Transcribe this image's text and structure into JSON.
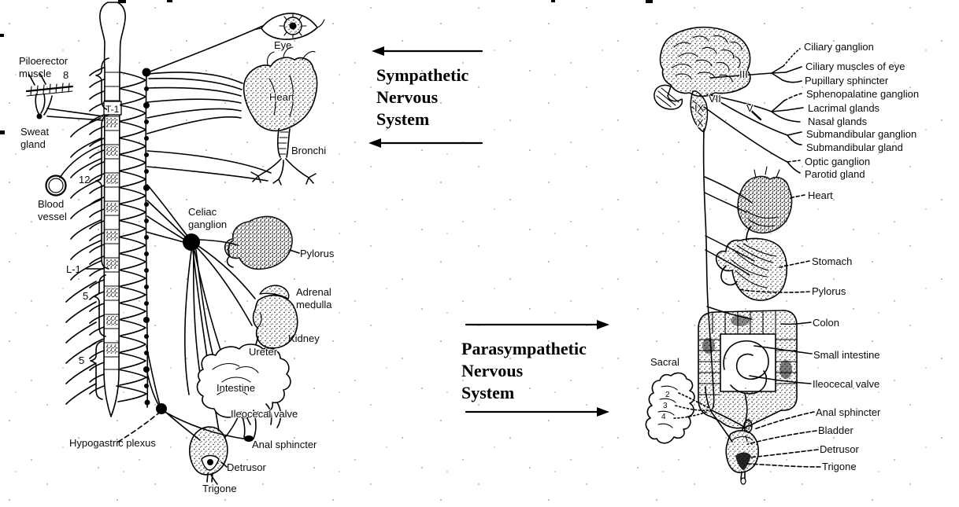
{
  "figure": {
    "background_color": "#ffffff",
    "ink_color": "#000000"
  },
  "sympathetic": {
    "heading": [
      "Sympathetic",
      "Nervous",
      "System"
    ],
    "spine_markers": {
      "cervical_8": "8",
      "t1": "T-1",
      "thoracic_12": "12",
      "l1": "L-1",
      "lumbar_5": "5",
      "sacral_5": "5"
    },
    "labels": {
      "piloerector": "Piloerector muscle",
      "sweat": "Sweat gland",
      "blood_vessel": "Blood vessel",
      "eye": "Eye",
      "heart": "Heart",
      "bronchi": "Bronchi",
      "celiac_ganglion": "Celiac ganglion",
      "pylorus": "Pylorus",
      "adrenal_medulla": "Adrenal medulla",
      "kidney": "Kidney",
      "ureter": "Ureter",
      "intestine": "Intestine",
      "ileocecal_valve": "Ileocecal valve",
      "anal_sphincter": "Anal sphincter",
      "hypogastric_plexus": "Hypogastric plexus",
      "detrusor": "Detrusor",
      "trigone": "Trigone"
    }
  },
  "parasympathetic": {
    "heading": [
      "Parasympathetic",
      "Nervous",
      "System"
    ],
    "cranial_nerves": [
      "III",
      "VII",
      "IX",
      "X",
      "V"
    ],
    "sacral_segments": [
      "2",
      "3",
      "4"
    ],
    "labels": {
      "sacral": "Sacral",
      "ciliary_ganglion": "Ciliary ganglion",
      "ciliary_muscles": "Ciliary muscles of eye",
      "pupillary_sphincter": "Pupillary sphincter",
      "sphenopalatine_ganglion": "Sphenopalatine ganglion",
      "lacrimal_glands": "Lacrimal glands",
      "nasal_glands": "Nasal glands",
      "submandibular_ganglion": "Submandibular ganglion",
      "submandibular_gland": "Submandibular gland",
      "optic_ganglion": "Optic ganglion",
      "parotid_gland": "Parotid gland",
      "heart": "Heart",
      "stomach": "Stomach",
      "pylorus": "Pylorus",
      "colon": "Colon",
      "small_intestine": "Small intestine",
      "ileocecal_valve": "Ileocecal valve",
      "anal_sphincter": "Anal sphincter",
      "bladder": "Bladder",
      "detrusor": "Detrusor",
      "trigone": "Trigone"
    }
  }
}
